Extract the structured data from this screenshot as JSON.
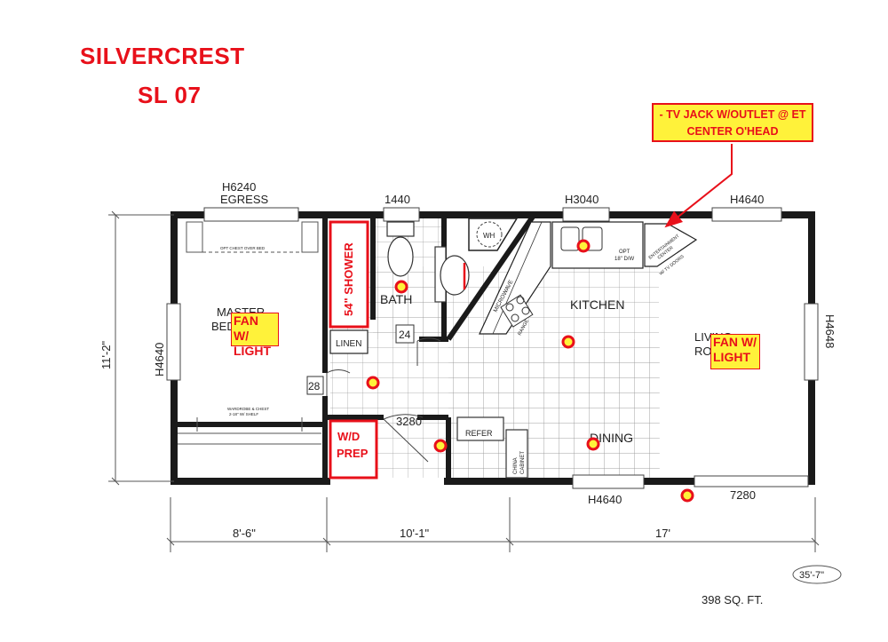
{
  "title": {
    "line1": "SILVERCREST",
    "line2": "SL 07"
  },
  "callout": {
    "line1": "- TV JACK W/OUTLET @ ET",
    "line2": "CENTER O'HEAD"
  },
  "windows": {
    "egress_code": "H6240",
    "egress_label": "EGRESS",
    "bath": "1440",
    "kitchen": "H3040",
    "living_top": "H4640",
    "bedroom_side": "H4640",
    "living_side": "H4648",
    "bottom_dining": "H4640"
  },
  "doors": {
    "front": "3280",
    "rear": "7280",
    "bedroom": "28",
    "bath": "24"
  },
  "rooms": {
    "master_bed": [
      "MASTER",
      "BED"
    ],
    "bath": "BATH",
    "shower": "54\" SHOWER",
    "linen": "LINEN",
    "kitchen": "KITCHEN",
    "living": [
      "LIVING",
      "ROOM"
    ],
    "dining": "DINING",
    "wh": "WH",
    "refer": "REFER",
    "china": [
      "CHINA",
      "CABINET"
    ],
    "microwave": "MICROWAVE",
    "range": "RANGE",
    "opt_dw": [
      "OPT",
      "18\" D/W"
    ],
    "ent_center": [
      "ENTERTAINMENT",
      "CENTER"
    ],
    "ent_doors": "W/ TV DOORS",
    "closet_top": "OPT CHEST OVER BED",
    "closet_bottom": [
      "WARDROBE & CHEST",
      "2-18\" W/ SHELF"
    ]
  },
  "notes": {
    "fan_bed": [
      "FAN W/",
      "LIGHT"
    ],
    "fan_living": [
      "FAN W/",
      "LIGHT"
    ],
    "wd_prep": [
      "W/D",
      "PREP"
    ]
  },
  "dimensions": {
    "width": "11'-2\"",
    "seg1": "8'-6\"",
    "seg2": "10'-1\"",
    "seg3": "17'",
    "total": "35'-7\""
  },
  "area": "398 SQ. FT.",
  "colors": {
    "accent_red": "#e8101a",
    "note_yellow": "#fff23a",
    "wall": "#1a1a1a"
  }
}
